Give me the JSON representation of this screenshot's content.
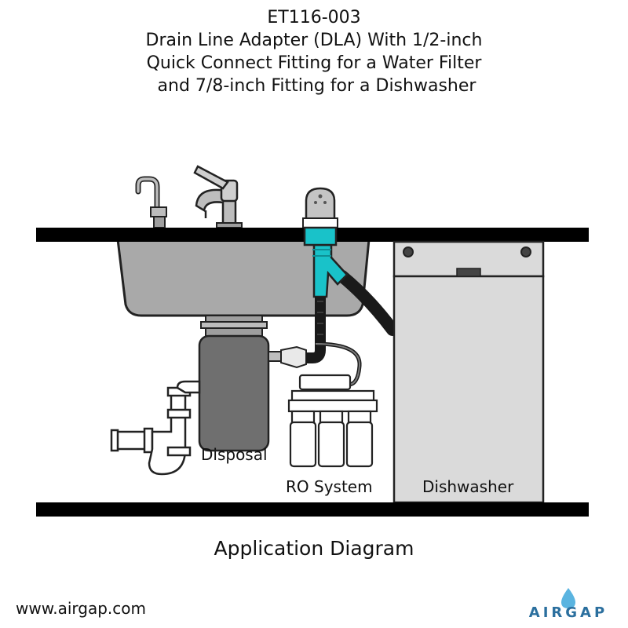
{
  "title": {
    "line1": "ET116-003",
    "line2": "Drain Line Adapter (DLA) With 1/2-inch",
    "line3": "Quick Connect Fitting for a Water Filter",
    "line4": " and 7/8-inch Fitting for a Dishwasher"
  },
  "labels": {
    "disposal": "Disposal",
    "ro_system": "RO System",
    "dishwasher": "Dishwasher"
  },
  "caption": "Application Diagram",
  "website": "www.airgap.com",
  "brand": {
    "name": "AIRGAP",
    "color": "#2b6f9e",
    "drop_color": "#5ab4e0"
  },
  "colors": {
    "adapter": "#19c2c9",
    "countertop": "#000000",
    "sink": "#a9a9a9",
    "dishwasher": "#dadada",
    "disposal": "#6f6f6f",
    "hose": "#1a1a1a"
  }
}
